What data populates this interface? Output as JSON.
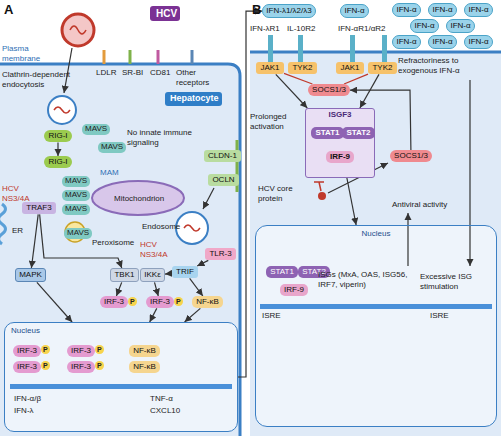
{
  "diagram": {
    "nodes": [
      {
        "text": [
          "HCV"
        ]
      },
      {
        "text": [
          "Hepatocyte"
        ]
      },
      {
        "text": [
          "RIG-I"
        ]
      },
      {
        "text": [
          "RIG-I"
        ]
      },
      {
        "text": [
          "TRAF3"
        ]
      },
      {
        "text": [
          "CLDN-1"
        ]
      },
      {
        "text": [
          "OCLN"
        ]
      },
      {
        "text": [
          "TLR-3"
        ]
      },
      {
        "text": [
          "TRIF"
        ]
      },
      {
        "text": [
          "MAPK"
        ]
      },
      {
        "text": [
          "TBK1"
        ]
      },
      {
        "text": [
          "IKKε"
        ]
      },
      {
        "text": [
          "IRF-3"
        ]
      },
      {
        "text": [
          "IRF-3"
        ]
      },
      {
        "text": [
          "NF-κB"
        ]
      },
      {
        "text": [
          "Nucleus"
        ]
      },
      {
        "text": [
          "IRF-3"
        ],
        "in": 15
      },
      {
        "text": [
          "IRF-3"
        ],
        "in": 15
      },
      {
        "text": [
          "IRF-3"
        ],
        "in": 15
      },
      {
        "text": [
          "IRF-3"
        ],
        "in": 15
      },
      {
        "text": [
          "NF-κB"
        ],
        "in": 15
      },
      {
        "text": [
          "NF-κB"
        ],
        "in": 15
      },
      {
        "text": [
          "IFN-λ1/λ2/λ3"
        ]
      },
      {
        "text": [
          "IFN-α"
        ]
      },
      {
        "text": [
          "JAK1"
        ]
      },
      {
        "text": [
          "TYK2"
        ]
      },
      {
        "text": [
          "JAK1"
        ]
      },
      {
        "text": [
          "TYK2"
        ]
      },
      {
        "text": [
          "SOCS1/3"
        ]
      },
      {
        "text": [
          "ISGF3"
        ]
      },
      {
        "text": [
          "STAT1"
        ],
        "in": 29
      },
      {
        "text": [
          "STAT2"
        ],
        "in": 29
      },
      {
        "text": [
          "IRF-9"
        ],
        "in": 29
      },
      {
        "text": [
          "SOCS1/3"
        ]
      },
      {
        "text": [
          "Nucleus"
        ]
      },
      {
        "text": [
          "STAT1"
        ],
        "in": 34
      },
      {
        "text": [
          "STAT2"
        ],
        "in": 34
      },
      {
        "text": [
          "IRF-9"
        ],
        "in": 34
      },
      {
        "text": [
          "IFN-α"
        ]
      },
      {
        "text": [
          "IFN-α"
        ]
      },
      {
        "text": [
          "IFN-α"
        ]
      },
      {
        "text": [
          "IFN-α"
        ]
      },
      {
        "text": [
          "IFN-α"
        ]
      },
      {
        "text": [
          "IFN-α"
        ]
      },
      {
        "text": [
          "IFN-α"
        ]
      },
      {
        "text": [
          "IFN-α"
        ]
      }
    ],
    "edges": [
      {
        "from": 2,
        "to": 3,
        "arrow": "to"
      },
      {
        "from": 4,
        "to": 9,
        "arrow": "to"
      },
      {
        "from": 4,
        "to": 10,
        "arrow": "to"
      },
      {
        "from": 7,
        "to": 8,
        "arrow": "to"
      },
      {
        "from": 8,
        "to": 11,
        "arrow": "to"
      },
      {
        "from": 8,
        "to": 14,
        "arrow": "to"
      },
      {
        "from": 10,
        "to": 12,
        "arrow": "to"
      },
      {
        "from": 11,
        "to": 13,
        "arrow": "to"
      },
      {
        "from": 9,
        "to": 15,
        "arrow": "to"
      },
      {
        "from": 13,
        "to": 15,
        "arrow": "to"
      },
      {
        "from": 14,
        "to": 15,
        "arrow": "to"
      },
      {
        "from": 15,
        "to": 22,
        "arrow": "to"
      },
      {
        "from": 28,
        "to": 24,
        "arrow": "none"
      },
      {
        "from": 28,
        "to": 27,
        "arrow": "none"
      },
      {
        "from": 24,
        "to": 29,
        "arrow": "to"
      },
      {
        "from": 27,
        "to": 29,
        "arrow": "to"
      },
      {
        "from": 29,
        "to": 34,
        "arrow": "to"
      },
      {
        "from": 33,
        "to": 28,
        "arrow": "to"
      }
    ],
    "labels": [
      "A",
      "Plasma membrane",
      "Clathrin-dependent endocytosis",
      "LDLR",
      "SR-BI",
      "CD81",
      "Other receptors",
      "MAVS",
      "MAVS",
      "No innate immune signaling",
      "HCV NS3/4A",
      "MAM",
      "MAVS",
      "MAVS",
      "MAVS",
      "MAVS",
      "ER",
      "Mitochondrion",
      "Peroxisome",
      "Endosome",
      "HCV NS3/4A",
      "P",
      "P",
      "P",
      "P",
      "P",
      "P",
      "IFN-α/β",
      "IFN-λ",
      "TNF-α",
      "CXCL10",
      "B",
      "IFN-λR1",
      "IL-10R2",
      "IFN-αR1/αR2",
      "Prolonged activation",
      "Refractoriness to exogenous IFN-α",
      "HCV core protein",
      "Antiviral activity",
      "ISGs (MxA, OAS, ISG56, IRF7, viperin)",
      "ISRE",
      "Excessive ISG stimulation",
      "ISRE"
    ]
  }
}
